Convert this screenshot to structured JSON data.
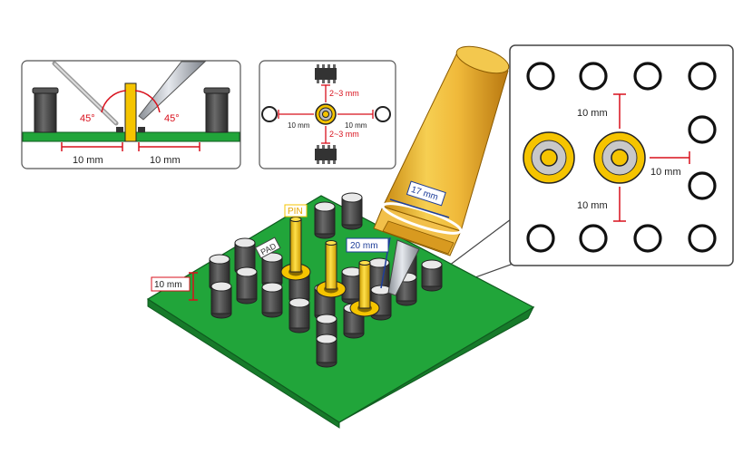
{
  "colors": {
    "board": "#21a53a",
    "board_dark": "#177a2a",
    "board_edge": "#0f5b1f",
    "pin": "#f5c400",
    "dimension": "#d8101c",
    "iron_dimension": "#1e3e99",
    "component": "#4d4d4d",
    "outline": "#222222"
  },
  "icons": [
    "soldering-iron-icon",
    "component-icon",
    "pin-icon",
    "pad-icon"
  ],
  "panel_side": {
    "angle_left": "45°",
    "angle_right": "45°",
    "dim_left": "10 mm",
    "dim_right": "10 mm"
  },
  "panel_top": {
    "gap_top": "2~3 mm",
    "gap_bottom": "2~3 mm",
    "dim_left": "10 mm",
    "dim_right": "10 mm"
  },
  "panel_zoom": {
    "dim_top": "10 mm",
    "dim_right": "10 mm",
    "dim_bottom": "10 mm"
  },
  "board": {
    "pin_label": "PIN",
    "pad_label": "PAD",
    "height_dim": "10 mm"
  },
  "iron": {
    "diameter": "17 mm",
    "tip_length": "20 mm"
  }
}
